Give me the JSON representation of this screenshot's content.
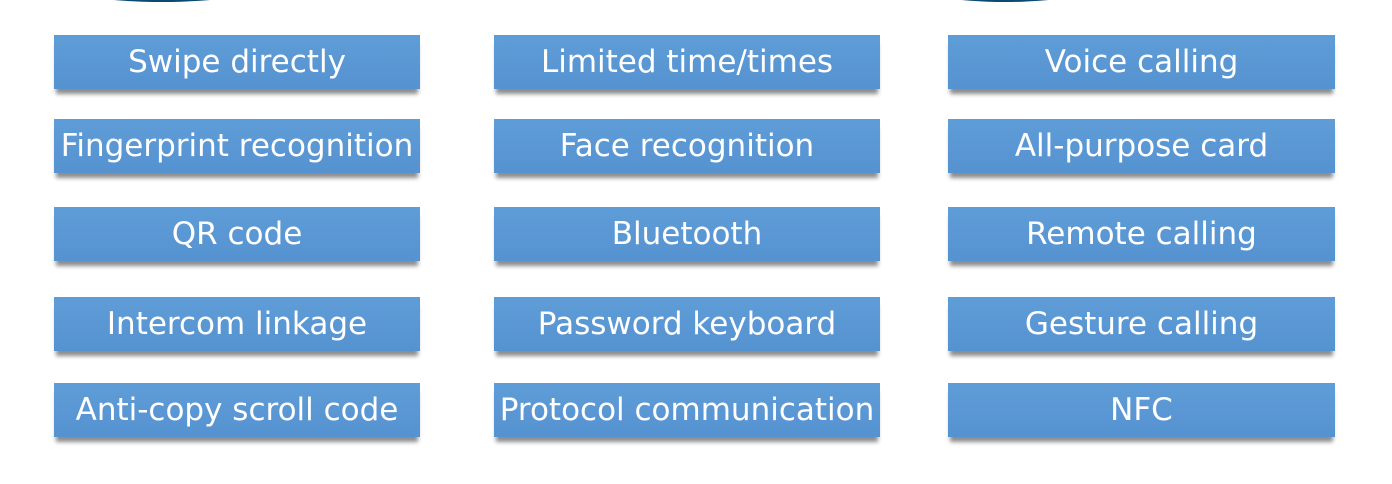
{
  "features": {
    "col1": [
      "Swipe directly",
      "Fingerprint recognition",
      "QR code",
      "Intercom linkage",
      "Anti-copy scroll code"
    ],
    "col2": [
      "Limited time/times",
      "Face recognition",
      "Bluetooth",
      "Password keyboard",
      "Protocol communication"
    ],
    "col3": [
      "Voice calling",
      "All-purpose card",
      "Remote calling",
      "Gesture calling",
      "NFC"
    ]
  },
  "colors": {
    "box": "#5b98d4",
    "text": "#ffffff",
    "arc": "#0b4a73"
  }
}
